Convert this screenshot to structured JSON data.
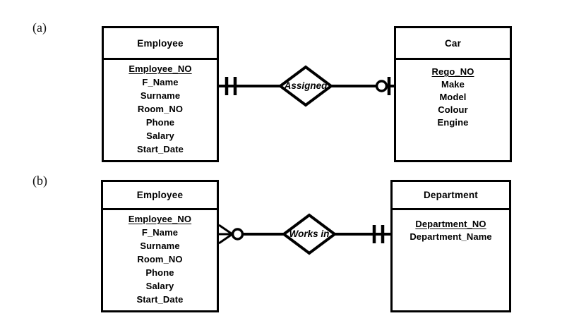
{
  "figure": {
    "colors": {
      "stroke": "#000000",
      "fill": "#ffffff",
      "text": "#000000"
    },
    "sections": [
      {
        "label": "(a)",
        "entities": [
          {
            "title": "Employee",
            "attributes": [
              "Employee_NO",
              "F_Name",
              "Surname",
              "Room_NO",
              "Phone",
              "Salary",
              "Start_Date"
            ],
            "key_attribute": "Employee_NO"
          },
          {
            "title": "Car",
            "attributes": [
              "Rego_NO",
              "Make",
              "Model",
              "Colour",
              "Engine"
            ],
            "key_attribute": "Rego_NO"
          }
        ],
        "relationship": {
          "label": "Assigned",
          "left_notation": "one-and-only-one",
          "right_notation": "zero-or-one"
        }
      },
      {
        "label": "(b)",
        "entities": [
          {
            "title": "Employee",
            "attributes": [
              "Employee_NO",
              "F_Name",
              "Surname",
              "Room_NO",
              "Phone",
              "Salary",
              "Start_Date"
            ],
            "key_attribute": "Employee_NO"
          },
          {
            "title": "Department",
            "attributes": [
              "Department_NO",
              "Department_Name"
            ],
            "key_attribute": "Department_NO"
          }
        ],
        "relationship": {
          "label": "Works in",
          "left_notation": "zero-or-many",
          "right_notation": "one-and-only-one"
        }
      }
    ]
  }
}
